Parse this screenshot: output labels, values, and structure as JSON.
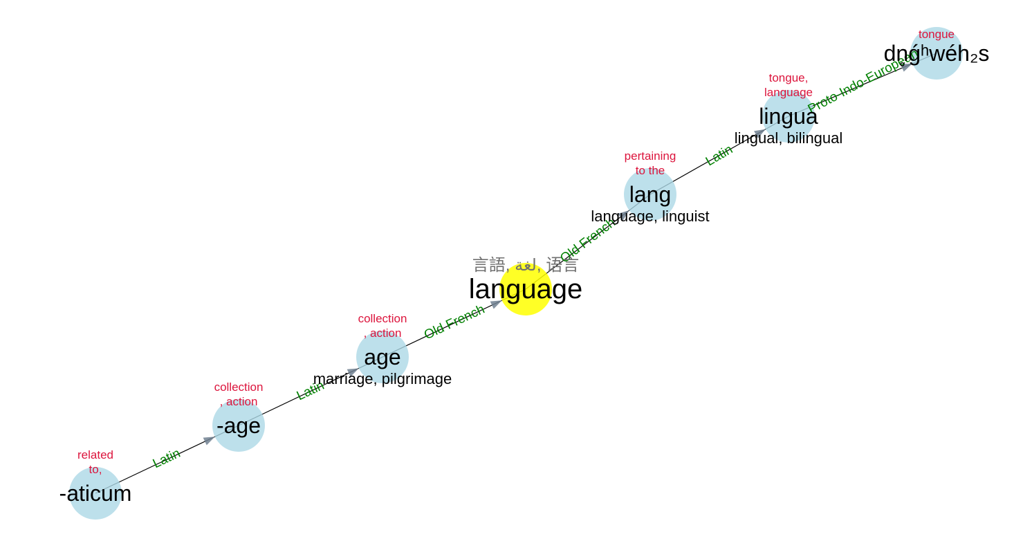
{
  "colors": {
    "node_fill": "#add8e6",
    "focus_fill": "#ffff00",
    "meaning_text": "#dc143c",
    "edge_label_text": "#008000",
    "translations_text": "#707070"
  },
  "focus": {
    "word": "language",
    "translations": "言語, لغة, 语言"
  },
  "nodes": [
    {
      "id": "aticum",
      "word": "-aticum",
      "meaning_lines": [
        "related",
        "to,"
      ],
      "derived": ""
    },
    {
      "id": "age_suffix",
      "word": "-age",
      "meaning_lines": [
        "collection",
        ", action"
      ],
      "derived": ""
    },
    {
      "id": "age",
      "word": "age",
      "meaning_lines": [
        "collection",
        ", action"
      ],
      "derived": "marriage, pilgrimage"
    },
    {
      "id": "language",
      "word": "language",
      "meaning_lines": [],
      "derived": ""
    },
    {
      "id": "lang",
      "word": "lang",
      "meaning_lines": [
        "pertaining",
        "to the"
      ],
      "derived": "language, linguist"
    },
    {
      "id": "lingua",
      "word": "lingua",
      "meaning_lines": [
        "tongue,",
        "language"
      ],
      "derived": "lingual, bilingual"
    },
    {
      "id": "dnghwehs",
      "word": "dn̥ǵʰwéh₂s",
      "meaning_lines": [
        "tongue"
      ],
      "derived": ""
    }
  ],
  "edges": [
    {
      "from": "aticum",
      "to": "age_suffix",
      "label": "Latin"
    },
    {
      "from": "age_suffix",
      "to": "age",
      "label": "Latin"
    },
    {
      "from": "age",
      "to": "language",
      "label": "Old French"
    },
    {
      "from": "language",
      "to": "lang",
      "label": "Old French"
    },
    {
      "from": "lang",
      "to": "lingua",
      "label": "Latin"
    },
    {
      "from": "lingua",
      "to": "dnghwehs",
      "label": "Proto-Indo-European"
    }
  ]
}
